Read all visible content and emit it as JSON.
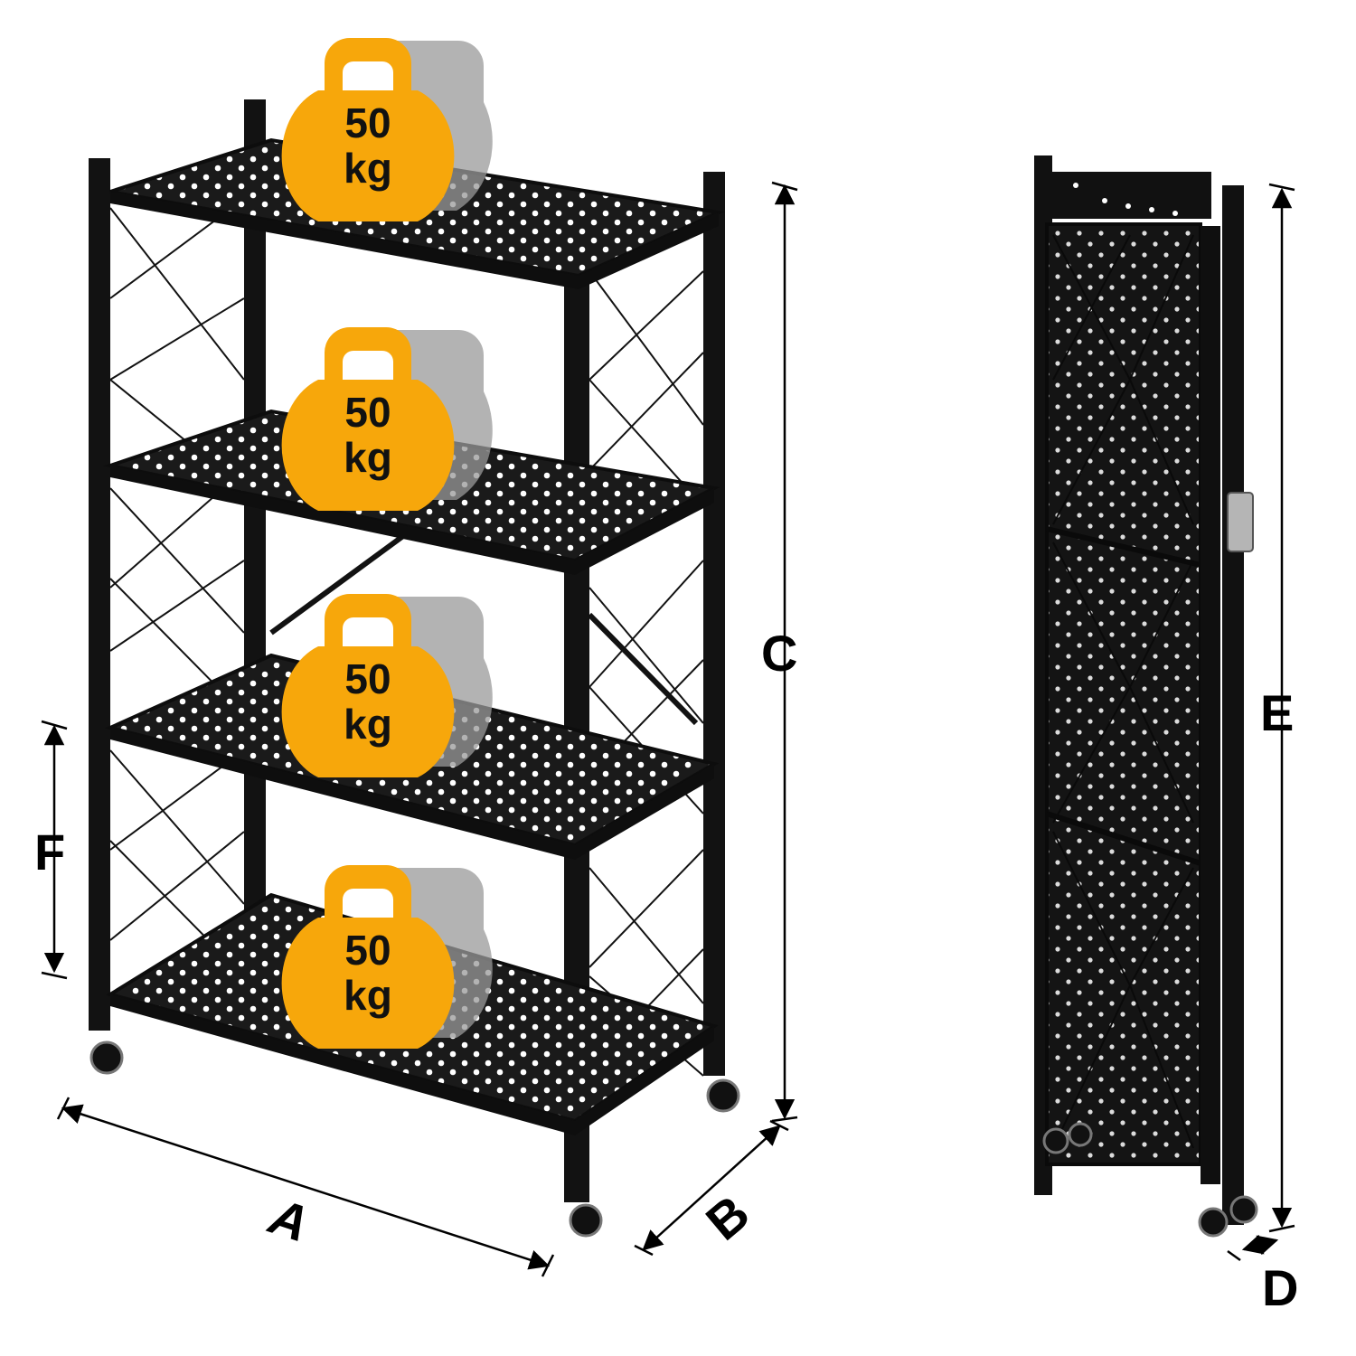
{
  "colors": {
    "frame": "#121212",
    "shelf": "#1a1a1a",
    "hole": "#ffffff",
    "badge": "#f7a70b",
    "badge_shadow": "#9a9a9a",
    "badge_text": "#111111",
    "dimension_line": "#000000"
  },
  "weights": [
    {
      "value": "50",
      "unit": "kg"
    },
    {
      "value": "50",
      "unit": "kg"
    },
    {
      "value": "50",
      "unit": "kg"
    },
    {
      "value": "50",
      "unit": "kg"
    }
  ],
  "dimensions": {
    "width_label": "A",
    "depth_label": "B",
    "height_label": "C",
    "folded_depth_label": "D",
    "folded_height_label": "E",
    "shelf_spacing_label": "F"
  }
}
